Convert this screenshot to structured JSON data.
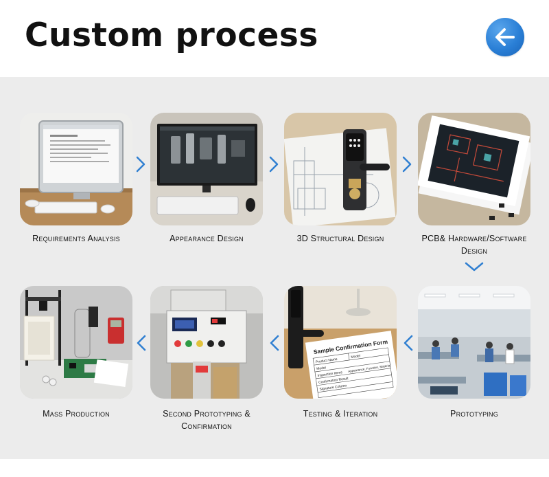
{
  "header": {
    "title": "Custom process"
  },
  "steps": [
    {
      "label": "Requirements Analysis"
    },
    {
      "label": "Appearance Design"
    },
    {
      "label": "3D Structural Design"
    },
    {
      "label": "PCB& Hardware/Software Design"
    },
    {
      "label": "Prototyping"
    },
    {
      "label": "Testing & Iteration"
    },
    {
      "label": "Second Prototyping & Confirmation"
    },
    {
      "label": "Mass Production"
    }
  ],
  "form": {
    "title": "Sample Confirmation Form",
    "col_a": "Product Name",
    "col_b": "Model",
    "row1": "Model",
    "row2": "Inspection Items",
    "row3": "Appearance, Function, Material",
    "row4": "Confirmation Result",
    "row5": "Signature Column"
  },
  "colors": {
    "accent": "#2a7fd6",
    "arrow": "#2f7fd1",
    "panel": "#ececec"
  }
}
